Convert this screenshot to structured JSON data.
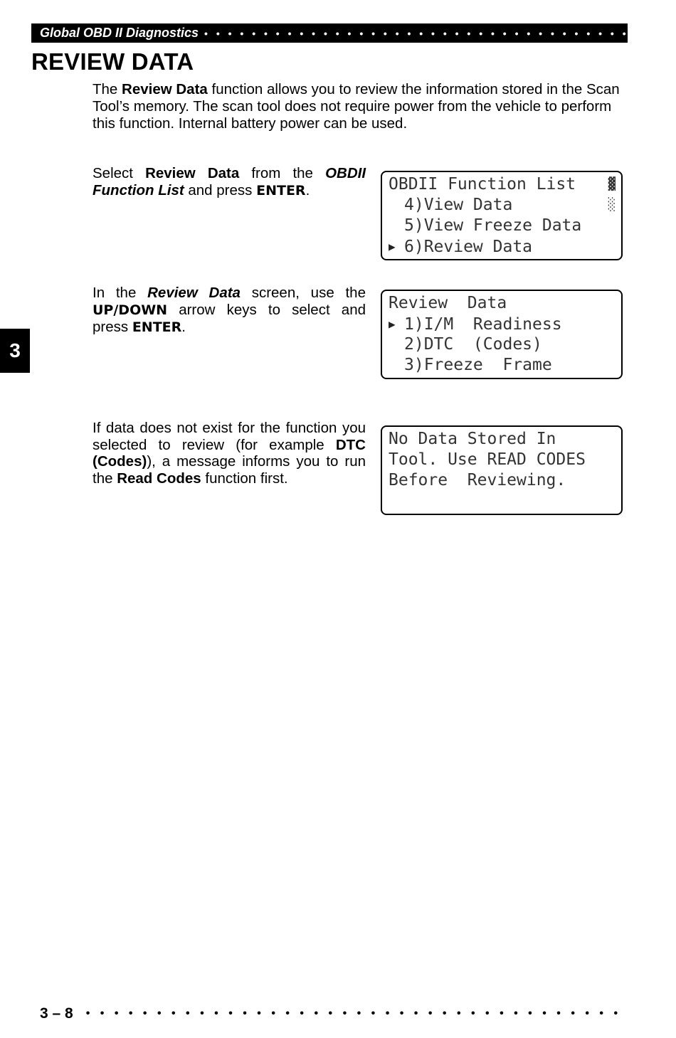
{
  "header": {
    "section": "Global OBD II Diagnostics",
    "dots": "• • • • • • • • • • • • • • • • • • • • • • • • • • • • • • • • • • • • • • • • • • • • • • • • • •"
  },
  "title": "REVIEW DATA",
  "intro": {
    "t1": "The ",
    "b1": "Review Data",
    "t2": " function allows you to review the information stored in the Scan Tool’s memory. The scan tool does not require power from the vehicle to perform this function. Internal battery power can be used."
  },
  "steps": [
    {
      "t1": "Select ",
      "b1": "Review Data",
      "t2": " from the ",
      "bi1": "OBDII Function List",
      "t3": " and press ",
      "k1": "ENTER",
      "t4": "."
    },
    {
      "t1": "In the ",
      "bi1": "Review Data",
      "t2": " screen, use the ",
      "k1": "UP/DOWN",
      "t3": " arrow keys to select and press ",
      "k2": "ENTER",
      "t4": "."
    },
    {
      "t1": "If data does not exist for the function you selected to review (for example ",
      "b1": "DTC (Codes)",
      "t2": "), a message informs you to run the ",
      "b2": "Read Codes",
      "t3": " function first."
    }
  ],
  "screens": [
    {
      "lines": [
        "OBDII Function List",
        "4)View Data",
        "5)View Freeze Data",
        "6)Review Data"
      ],
      "selected_line": 3
    },
    {
      "lines": [
        "Review  Data",
        "1)I/M  Readiness",
        "2)DTC  (Codes)",
        "3)Freeze  Frame"
      ],
      "selected_line": 1
    },
    {
      "lines": [
        "No Data Stored In",
        "Tool. Use READ CODES",
        "Before  Reviewing."
      ]
    }
  ],
  "chapter_tab": "3",
  "footer": {
    "page_number": "3 – 8",
    "dots": "• • • • • • • • • • • • • • • • • • • • • • • • • • • • • • • • • • • • • • • • • • • • • • • • •"
  },
  "icons": {
    "lcd_cursor": "arrow-right-icon",
    "scroll_indicator": "scroll-bar-icon"
  }
}
